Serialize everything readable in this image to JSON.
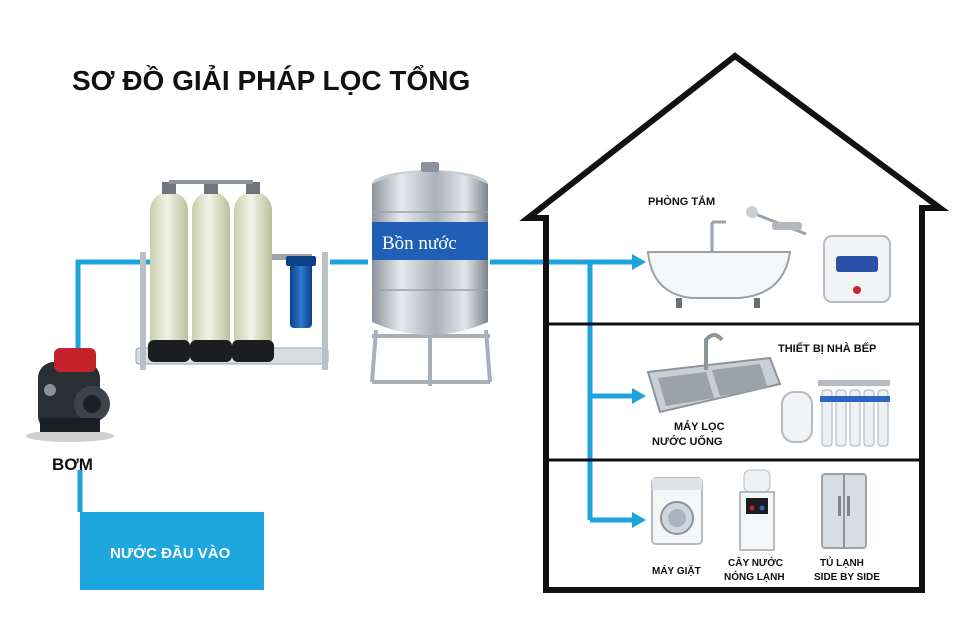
{
  "title": "SƠ ĐỒ GIẢI PHÁP LỌC TỔNG",
  "source": {
    "pump_label": "BƠM",
    "water_input_label": "NƯỚC ĐẦU VÀO"
  },
  "tank": {
    "label": "Bồn nước"
  },
  "house": {
    "bathroom": {
      "label": "PHÒNG TẮM"
    },
    "kitchen": {
      "label": "THIẾT BỊ NHÀ BẾP",
      "purifier_label_line1": "MÁY LỌC",
      "purifier_label_line2": "NƯỚC UỐNG"
    },
    "appliances": {
      "washer_label": "MÁY GIẶT",
      "dispenser_label_line1": "CÂY NƯỚC",
      "dispenser_label_line2": "NÓNG LẠNH",
      "fridge_label_line1": "TỦ LẠNH",
      "fridge_label_line2": "SIDE BY SIDE"
    }
  },
  "colors": {
    "pipe": "#1fa3dc",
    "outline": "#111111",
    "input_box": "#1ea6de"
  }
}
